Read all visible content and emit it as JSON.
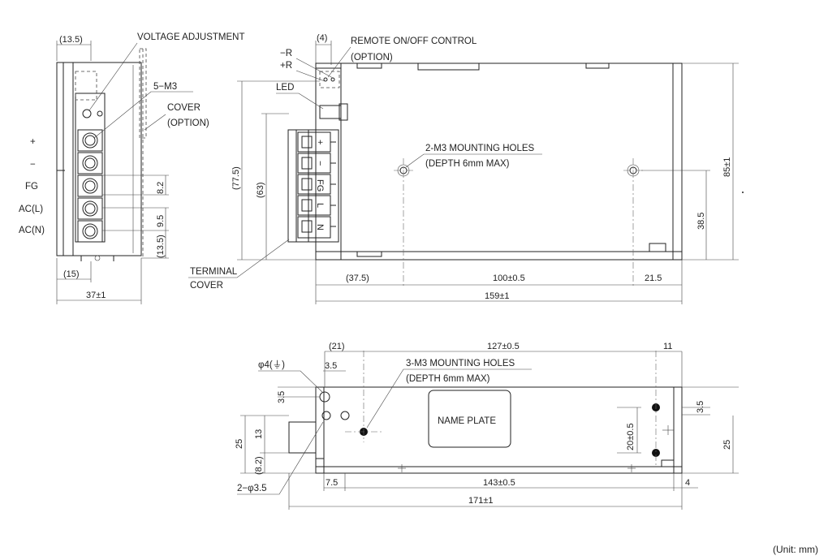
{
  "left_view": {
    "dim_width_top": "(13.5)",
    "voltage_adjustment": "VOLTAGE ADJUSTMENT",
    "screw_label": "5−M3",
    "cover_line1": "COVER",
    "cover_line2": "(OPTION)",
    "terminals": [
      "+",
      "−",
      "FG",
      "AC(L)",
      "AC(N)"
    ],
    "dim_pitch": "8.2",
    "dim_pitch2": "9.5",
    "dim_bottom_offset": "(13.5)",
    "dim_bottom_left": "(15)",
    "dim_width": "37±1"
  },
  "front_view": {
    "dim_top": "(4)",
    "remote_line1": "REMOTE ON/OFF CONTROL",
    "remote_line2": "(OPTION)",
    "minus_r": "−R",
    "plus_r": "+R",
    "led": "LED",
    "terminal_block": [
      "+",
      "−",
      "FG",
      "L",
      "N"
    ],
    "mounting_line1": "2-M3 MOUNTING HOLES",
    "mounting_line2": "(DEPTH 6mm MAX)",
    "dim_height_outer": "(77.5)",
    "dim_height_inner": "(63)",
    "terminal_cover_line1": "TERMINAL",
    "terminal_cover_line2": "COVER",
    "dim_left": "(37.5)",
    "dim_mid": "100±0.5",
    "dim_right": "21.5",
    "dim_total": "159±1",
    "dim_height": "85±1",
    "dim_hole_height": "38.5"
  },
  "bottom_view": {
    "dim_21": "(21)",
    "dim_127": "127±0.5",
    "dim_11": "11",
    "phi4": "φ4(⏚)",
    "dim_35a": "3.5",
    "dim_35b": "3.5",
    "mounting_line1": "3-M3 MOUNTING HOLES",
    "mounting_line2": "(DEPTH 6mm MAX)",
    "name_plate": "NAME PLATE",
    "dim_20": "20±0.5",
    "dim_35c": "3.5",
    "dim_25_left": "25",
    "dim_13": "13",
    "dim_82": "(8.2)",
    "dim_25_right": "25",
    "holes": "2−φ3.5",
    "dim_75": "7.5",
    "dim_143": "143±0.5",
    "dim_4": "4",
    "dim_171": "171±1"
  },
  "unit_note": "(Unit: mm)"
}
